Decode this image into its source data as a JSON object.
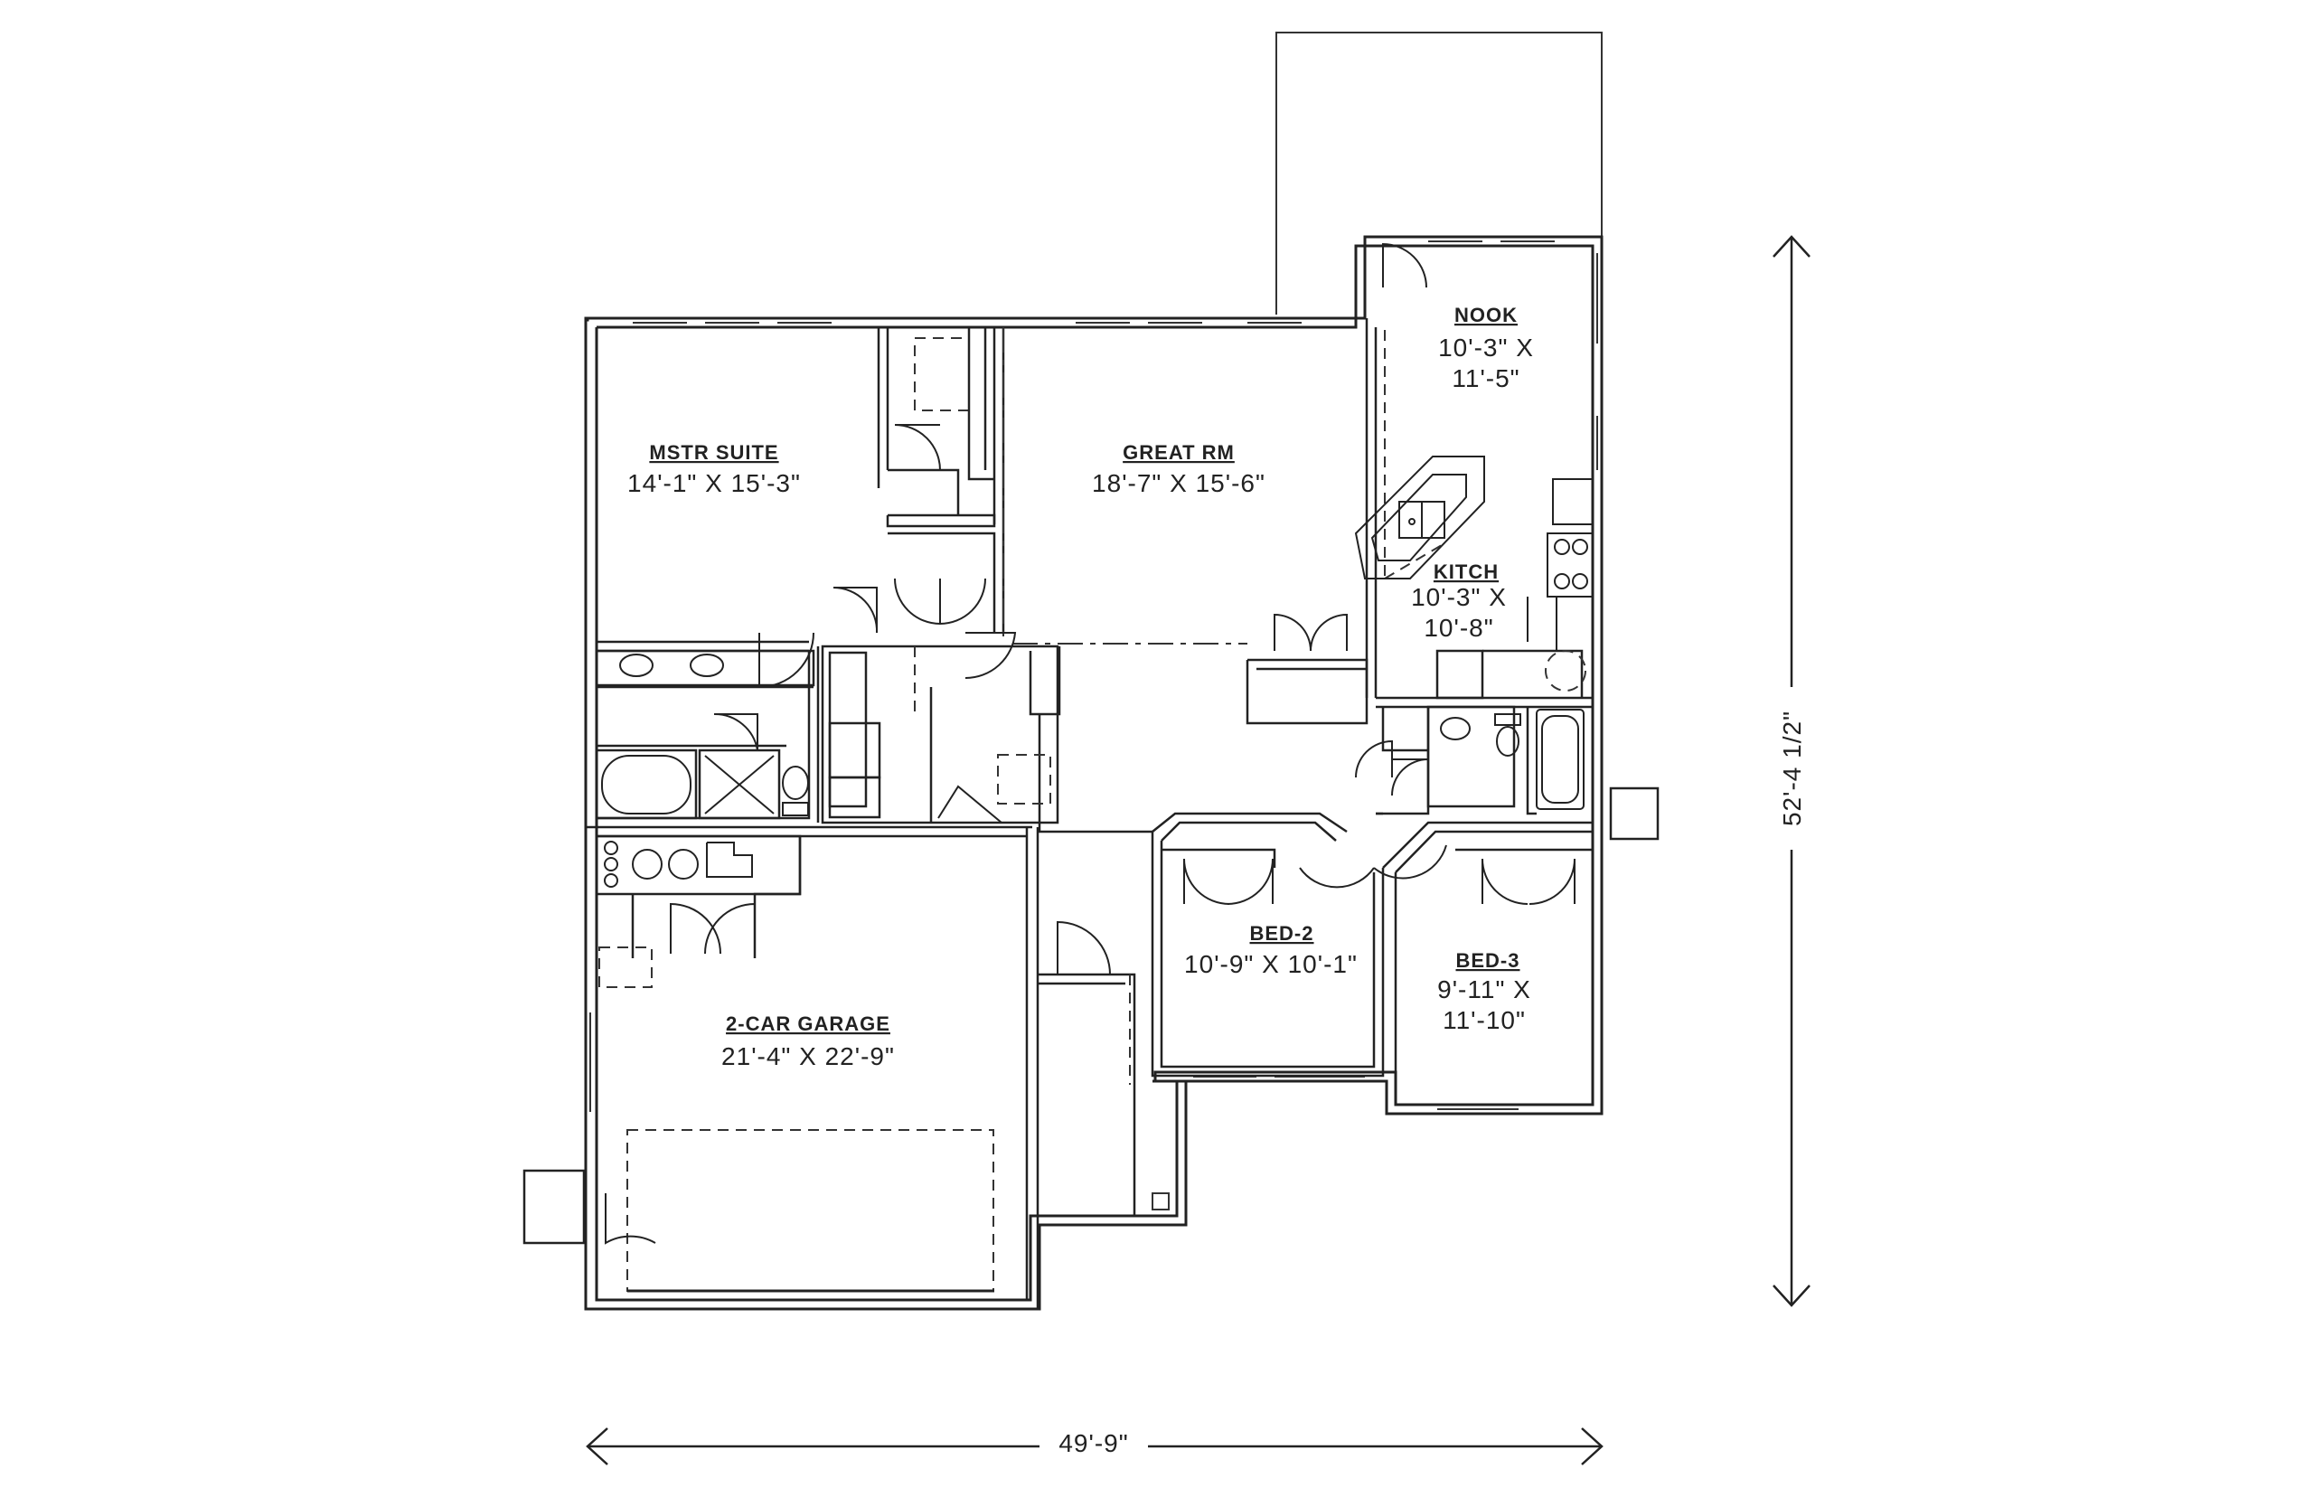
{
  "rooms": {
    "master": {
      "name": "MSTR SUITE",
      "size": "14'-1\" X 15'-3\""
    },
    "great": {
      "name": "GREAT RM",
      "size": "18'-7\" X 15'-6\""
    },
    "nook": {
      "name": "NOOK",
      "size_line1": "10'-3\" X",
      "size_line2": "11'-5\""
    },
    "kitchen": {
      "name": "KITCH",
      "size_line1": "10'-3\" X",
      "size_line2": "10'-8\""
    },
    "garage": {
      "name": "2-CAR GARAGE",
      "size": "21'-4\" X 22'-9\""
    },
    "bed2": {
      "name": "BED-2",
      "size": "10'-9\" X 10'-1\""
    },
    "bed3": {
      "name": "BED-3",
      "size_line1": "9'-11\" X",
      "size_line2": "11'-10\""
    }
  },
  "dimensions": {
    "width": "49'-9\"",
    "depth": "52'-4 1/2\""
  }
}
